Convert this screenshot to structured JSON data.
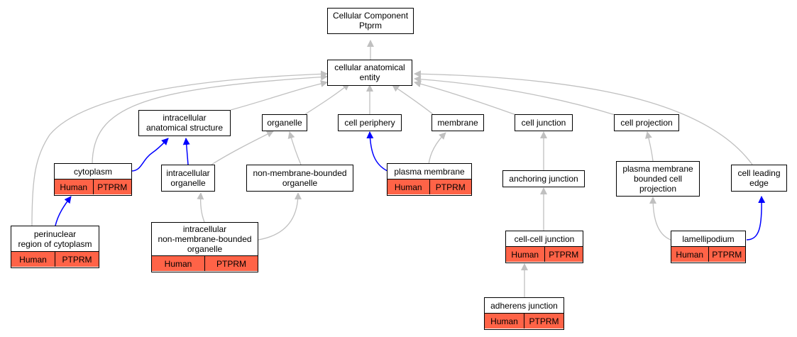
{
  "colors": {
    "annotated_fill": "#ff6347",
    "edge_gray": "#c0c0c0",
    "edge_blue": "#0000ff"
  },
  "nodes": {
    "root": {
      "lines": [
        "Cellular Component",
        "Ptprm"
      ]
    },
    "cae": {
      "lines": [
        "cellular anatomical",
        "entity"
      ]
    },
    "ias": {
      "lines": [
        "intracellular",
        "anatomical structure"
      ]
    },
    "organelle": {
      "lines": [
        "organelle"
      ]
    },
    "cell_periphery": {
      "lines": [
        "cell periphery"
      ]
    },
    "membrane": {
      "lines": [
        "membrane"
      ]
    },
    "cell_junction": {
      "lines": [
        "cell junction"
      ]
    },
    "cell_projection": {
      "lines": [
        "cell projection"
      ]
    },
    "cytoplasm": {
      "lines": [
        "cytoplasm"
      ],
      "species": "Human",
      "gene": "PTPRM"
    },
    "intra_organelle": {
      "lines": [
        "intracellular",
        "organelle"
      ]
    },
    "nmbo": {
      "lines": [
        "non-membrane-bounded",
        "organelle"
      ]
    },
    "plasma_membrane": {
      "lines": [
        "plasma membrane"
      ],
      "species": "Human",
      "gene": "PTPRM"
    },
    "anchoring_junction": {
      "lines": [
        "anchoring junction"
      ]
    },
    "pmbcp": {
      "lines": [
        "plasma membrane",
        "bounded cell",
        "projection"
      ]
    },
    "leading_edge": {
      "lines": [
        "cell leading",
        "edge"
      ]
    },
    "perinuclear": {
      "lines": [
        "perinuclear",
        "region of cytoplasm"
      ],
      "species": "Human",
      "gene": "PTPRM"
    },
    "inmbo": {
      "lines": [
        "intracellular",
        "non-membrane-bounded",
        "organelle"
      ],
      "species": "Human",
      "gene": "PTPRM"
    },
    "cell_cell_junction": {
      "lines": [
        "cell-cell junction"
      ],
      "species": "Human",
      "gene": "PTPRM"
    },
    "lamellipodium": {
      "lines": [
        "lamellipodium"
      ],
      "species": "Human",
      "gene": "PTPRM"
    },
    "adherens_junction": {
      "lines": [
        "adherens junction"
      ],
      "species": "Human",
      "gene": "PTPRM"
    }
  }
}
